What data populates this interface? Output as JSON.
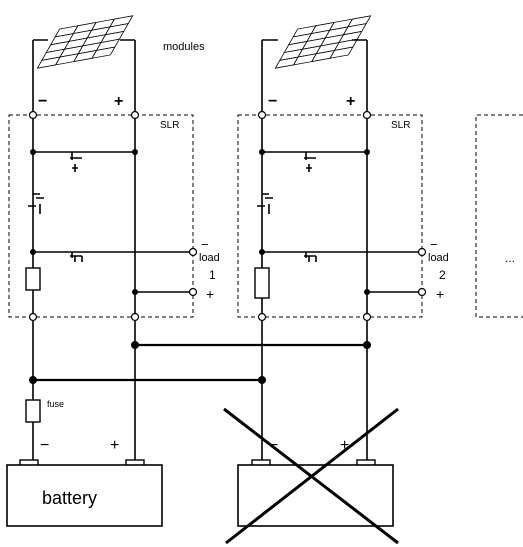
{
  "labels": {
    "modules": "modules",
    "slr_1": "SLR",
    "slr_2": "SLR",
    "module_minus_1": "−",
    "module_plus_1": "+",
    "module_minus_2": "−",
    "module_plus_2": "+",
    "load_minus_1": "−",
    "load_text_1": "load",
    "load_num_1": "1",
    "load_plus_1": "+",
    "load_minus_2": "−",
    "load_text_2": "load",
    "load_num_2": "2",
    "load_plus_2": "+",
    "ellipsis": "...",
    "fuse": "fuse",
    "battery_minus_1": "−",
    "battery_plus_1": "+",
    "battery_minus_2": "−",
    "battery_plus_2": "+",
    "battery": "battery"
  }
}
